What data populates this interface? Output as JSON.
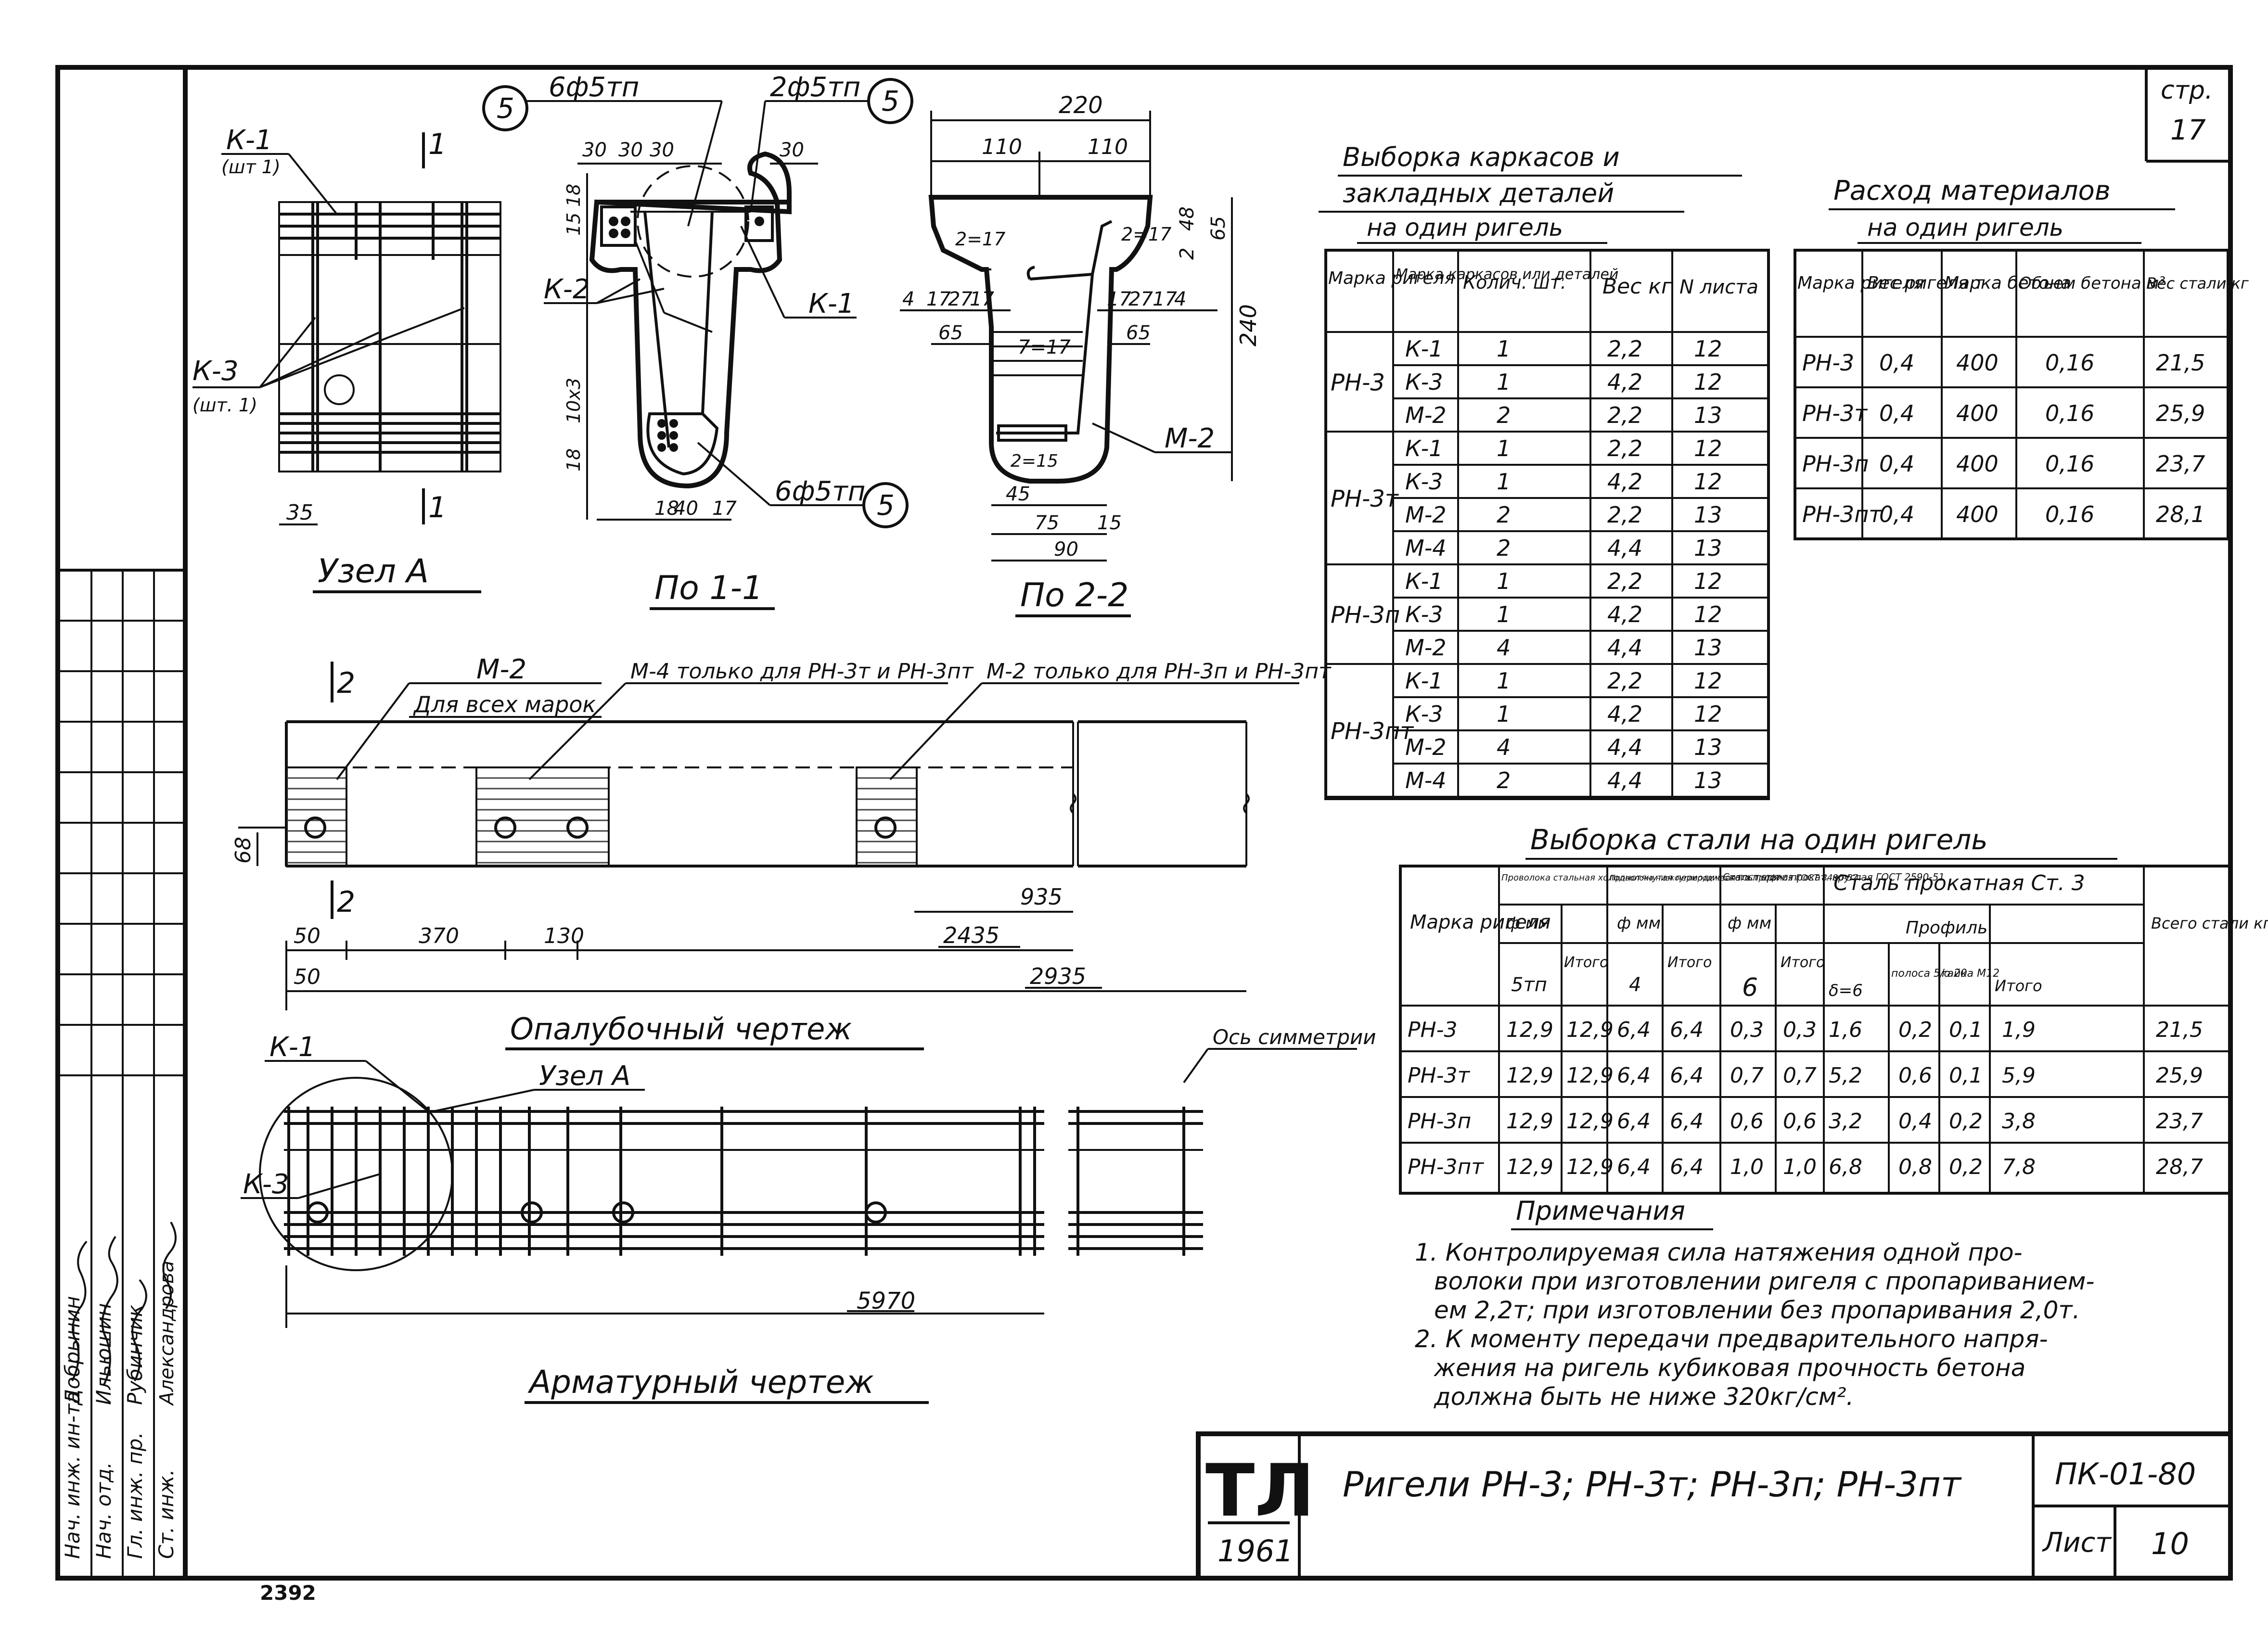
{
  "sheet": {
    "page_label": "стр.",
    "page_number": "17",
    "bottom_stamp": "2392",
    "title": "Ригели РН-3; РН-3т; РН-3п; РН-3пт",
    "doc_code": "ПК-01-80",
    "sheet_label": "Лист",
    "sheet_number": "10",
    "logo_text": "ТЛ",
    "logo_year": "1961"
  },
  "signatures": [
    {
      "role": "Нач. инж. ин-та",
      "name": "Добрынин"
    },
    {
      "role": "Нач. отд.",
      "name": "Ильюшин"
    },
    {
      "role": "Гл. инж. пр.",
      "name": "Рубинчик"
    },
    {
      "role": "Ст. инж.",
      "name": "Александрова"
    }
  ],
  "views": {
    "node_a": {
      "title": "Узел А",
      "labels": [
        "К-1",
        "(шт 1)",
        "К-3",
        "(шт. 1)",
        "1",
        "1"
      ],
      "dims": [
        "35"
      ]
    },
    "section_1_1": {
      "title": "По 1-1",
      "labels": [
        "6ф5тп",
        "2ф5тп",
        "К-2",
        "К-1",
        "6ф5тп"
      ],
      "circle_marks": [
        "5",
        "5",
        "5"
      ],
      "dims": [
        "30",
        "30",
        "30",
        "30",
        "15",
        "18",
        "18",
        "10х3",
        "18",
        "40",
        "17"
      ]
    },
    "section_2_2": {
      "title": "По 2-2",
      "labels": [
        "М-2"
      ],
      "dims": [
        "220",
        "110",
        "110",
        "65",
        "48",
        "2",
        "240",
        "2=17",
        "2=17",
        "4",
        "17",
        "27",
        "17",
        "17",
        "27",
        "17",
        "4",
        "65",
        "65",
        "7=17",
        "2=15",
        "45",
        "75",
        "15",
        "90"
      ]
    },
    "formwork": {
      "title": "Опалубочный чертеж",
      "labels": [
        "М-2",
        "Для всех марок",
        "М-4 только для РН-3т и РН-3пт",
        "М-2 только для РН-3п и РН-3пт",
        "2",
        "2"
      ],
      "dims": [
        "68",
        "935",
        "50",
        "370",
        "130",
        "2435",
        "50",
        "2935"
      ]
    },
    "reinforcement": {
      "title": "Арматурный чертеж",
      "labels": [
        "К-1",
        "Узел А",
        "К-3",
        "Ось симметрии"
      ],
      "dims": [
        "5970"
      ]
    }
  },
  "table_frames": {
    "title_line1": "Выборка каркасов и",
    "title_line2": "закладных деталей",
    "title_line3": "на один ригель",
    "headers": [
      "Марка ригеля",
      "Марка каркасов или деталей",
      "Колич. шт.",
      "Вес кг",
      "N листа"
    ],
    "groups": [
      {
        "mark": "РН-3",
        "rows": [
          [
            "К-1",
            "1",
            "2,2",
            "12"
          ],
          [
            "К-3",
            "1",
            "4,2",
            "12"
          ],
          [
            "М-2",
            "2",
            "2,2",
            "13"
          ]
        ]
      },
      {
        "mark": "РН-3т",
        "rows": [
          [
            "К-1",
            "1",
            "2,2",
            "12"
          ],
          [
            "К-3",
            "1",
            "4,2",
            "12"
          ],
          [
            "М-2",
            "2",
            "2,2",
            "13"
          ],
          [
            "М-4",
            "2",
            "4,4",
            "13"
          ]
        ]
      },
      {
        "mark": "РН-3п",
        "rows": [
          [
            "К-1",
            "1",
            "2,2",
            "12"
          ],
          [
            "К-3",
            "1",
            "4,2",
            "12"
          ],
          [
            "М-2",
            "4",
            "4,4",
            "13"
          ]
        ]
      },
      {
        "mark": "РН-3пт",
        "rows": [
          [
            "К-1",
            "1",
            "2,2",
            "12"
          ],
          [
            "К-3",
            "1",
            "4,2",
            "12"
          ],
          [
            "М-2",
            "4",
            "4,4",
            "13"
          ],
          [
            "М-4",
            "2",
            "4,4",
            "13"
          ]
        ]
      }
    ]
  },
  "table_materials": {
    "title_line1": "Расход материалов",
    "title_line2": "на один ригель",
    "headers": [
      "Марка ригеля",
      "Вес ригеля т",
      "Марка бетона",
      "Объем бетона м³",
      "Вес стали кг"
    ],
    "rows": [
      [
        "РН-3",
        "0,4",
        "400",
        "0,16",
        "21,5"
      ],
      [
        "РН-3т",
        "0,4",
        "400",
        "0,16",
        "25,9"
      ],
      [
        "РН-3п",
        "0,4",
        "400",
        "0,16",
        "23,7"
      ],
      [
        "РН-3пт",
        "0,4",
        "400",
        "0,16",
        "28,1"
      ]
    ]
  },
  "table_steel": {
    "title": "Выборка стали на один ригель",
    "header_mark": "Марка ригеля",
    "header_wire": "Проволока стальная холоднотянутая периодического профиля ГОСТ 8480-57",
    "header_wire2": "Проволока низкоуглеродистая ГОСТ 6727-53",
    "header_round": "Сталь горяч. прокат. круглая ГОСТ 2590-51",
    "header_profile": "Сталь прокатная Ст. 3",
    "header_profile_sub": "Профиль",
    "header_total": "Всего стали кг",
    "sub_headers": [
      "ф мм",
      "Итого",
      "ф мм",
      "Итого",
      "ф мм",
      "Итого",
      "δ=6",
      "полоса 5/о 20",
      "гайка М12",
      "Итого"
    ],
    "sub_values": [
      "5тп",
      "4",
      "6"
    ],
    "rows": [
      [
        "РН-3",
        "12,9",
        "12,9",
        "6,4",
        "6,4",
        "0,3",
        "0,3",
        "1,6",
        "0,2",
        "0,1",
        "1,9",
        "21,5"
      ],
      [
        "РН-3т",
        "12,9",
        "12,9",
        "6,4",
        "6,4",
        "0,7",
        "0,7",
        "5,2",
        "0,6",
        "0,1",
        "5,9",
        "25,9"
      ],
      [
        "РН-3п",
        "12,9",
        "12,9",
        "6,4",
        "6,4",
        "0,6",
        "0,6",
        "3,2",
        "0,4",
        "0,2",
        "3,8",
        "23,7"
      ],
      [
        "РН-3пт",
        "12,9",
        "12,9",
        "6,4",
        "6,4",
        "1,0",
        "1,0",
        "6,8",
        "0,8",
        "0,2",
        "7,8",
        "28,7"
      ]
    ]
  },
  "notes": {
    "title": "Примечания",
    "lines": [
      "1. Контролируемая сила натяжения одной про-",
      "волоки при изготовлении ригеля с пропариванием-",
      "ем 2,2т; при изготовлении без пропаривания 2,0т.",
      "2. К моменту передачи предварительного напря-",
      "жения на ригель кубиковая прочность бетона",
      "должна быть не ниже 320кг/см²."
    ]
  }
}
